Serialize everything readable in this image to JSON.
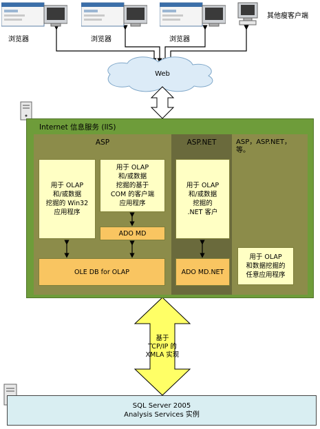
{
  "clients": [
    {
      "label": "浏览器"
    },
    {
      "label": "浏览器"
    },
    {
      "label": "浏览器"
    },
    {
      "label": "其他瘦客户端"
    }
  ],
  "web_label": "Web",
  "iis": {
    "title": "Internet 信息服务 (IIS)",
    "asp": {
      "header": "ASP",
      "win32_box": "用于 OLAP\n和/或数据\n挖掘的 Win32\n应用程序",
      "com_box": "用于 OLAP\n和/或数据\n挖掘的基于\nCOM 的客户端\n应用程序",
      "ado_md": "ADO MD",
      "oledb": "OLE DB for OLAP"
    },
    "aspnet": {
      "header": "ASP.NET",
      "net_box": "用于 OLAP\n和/或数据\n挖掘的\n.NET 客户",
      "ado_md_net": "ADO MD.NET"
    },
    "other": {
      "header": "ASP，ASP.NET，\n等。",
      "any_box": "用于 OLAP\n和数据挖掘的\n任意应用程序"
    }
  },
  "xmla_label": "基于\nTCP/IP 的\nXMLA 实现",
  "server": {
    "line1": "SQL Server 2005",
    "line2": "Analysis Services 实例"
  },
  "colors": {
    "iis_outer": "#6e9c3a",
    "asp_bg": "#8c8c4a",
    "aspnet_bg": "#6a6a3c",
    "box_yellow": "#ffffc4",
    "box_orange": "#f9c561",
    "server_bg": "#d9eef2",
    "cloud": "#dcebf7"
  }
}
